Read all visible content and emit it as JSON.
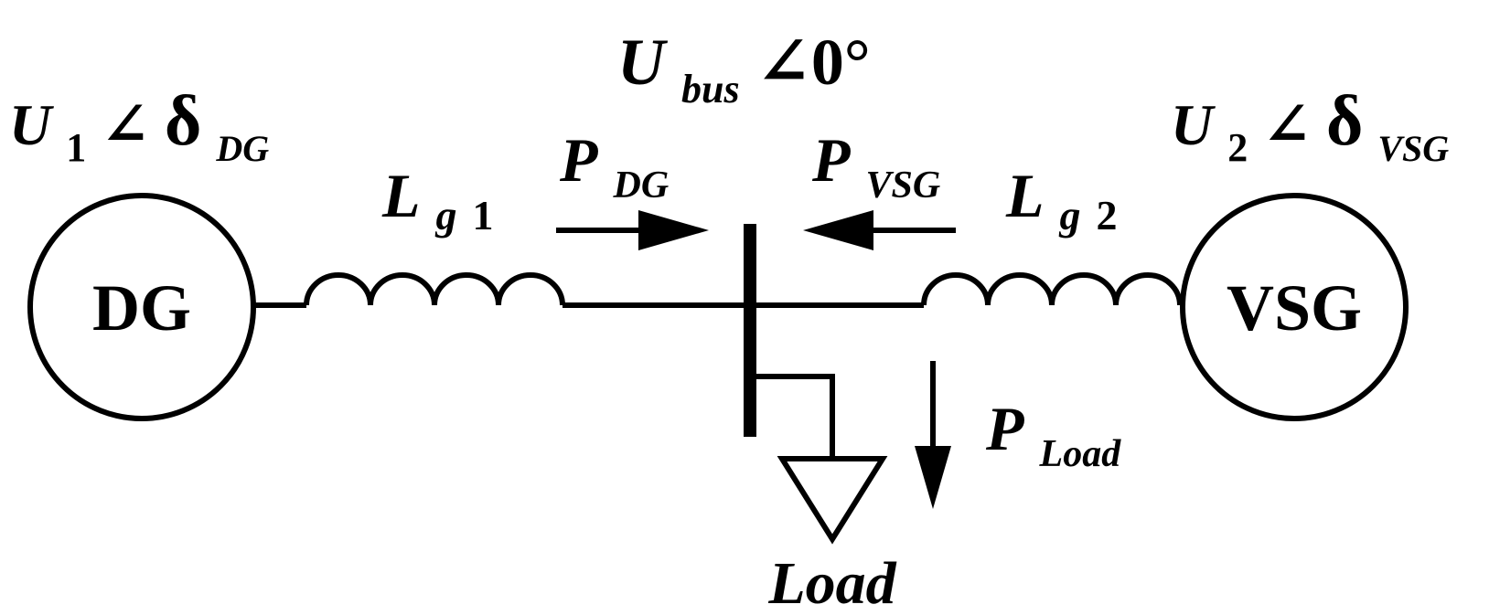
{
  "diagram": {
    "source_node": {
      "name": "DG",
      "voltage_symbol": "U",
      "voltage_subscript": "1",
      "angle_sign": "∠",
      "angle_symbol": "δ",
      "angle_subscript": "DG"
    },
    "vsg_node": {
      "name": "VSG",
      "voltage_symbol": "U",
      "voltage_subscript": "2",
      "angle_sign": "∠",
      "angle_symbol": "δ",
      "angle_subscript": "VSG"
    },
    "bus": {
      "voltage_symbol": "U",
      "voltage_subscript": "bus",
      "angle_text": "∠0°"
    },
    "inductor_1": {
      "symbol": "L",
      "subscript_letter": "g",
      "subscript_index": "1"
    },
    "inductor_2": {
      "symbol": "L",
      "subscript_letter": "g",
      "subscript_index": "2"
    },
    "power_dg": {
      "symbol": "P",
      "subscript": "DG"
    },
    "power_vsg": {
      "symbol": "P",
      "subscript": "VSG"
    },
    "power_load": {
      "symbol": "P",
      "subscript": "Load"
    },
    "load": {
      "label": "Load"
    },
    "colors": {
      "stroke": "#000000",
      "background": "#ffffff"
    }
  }
}
